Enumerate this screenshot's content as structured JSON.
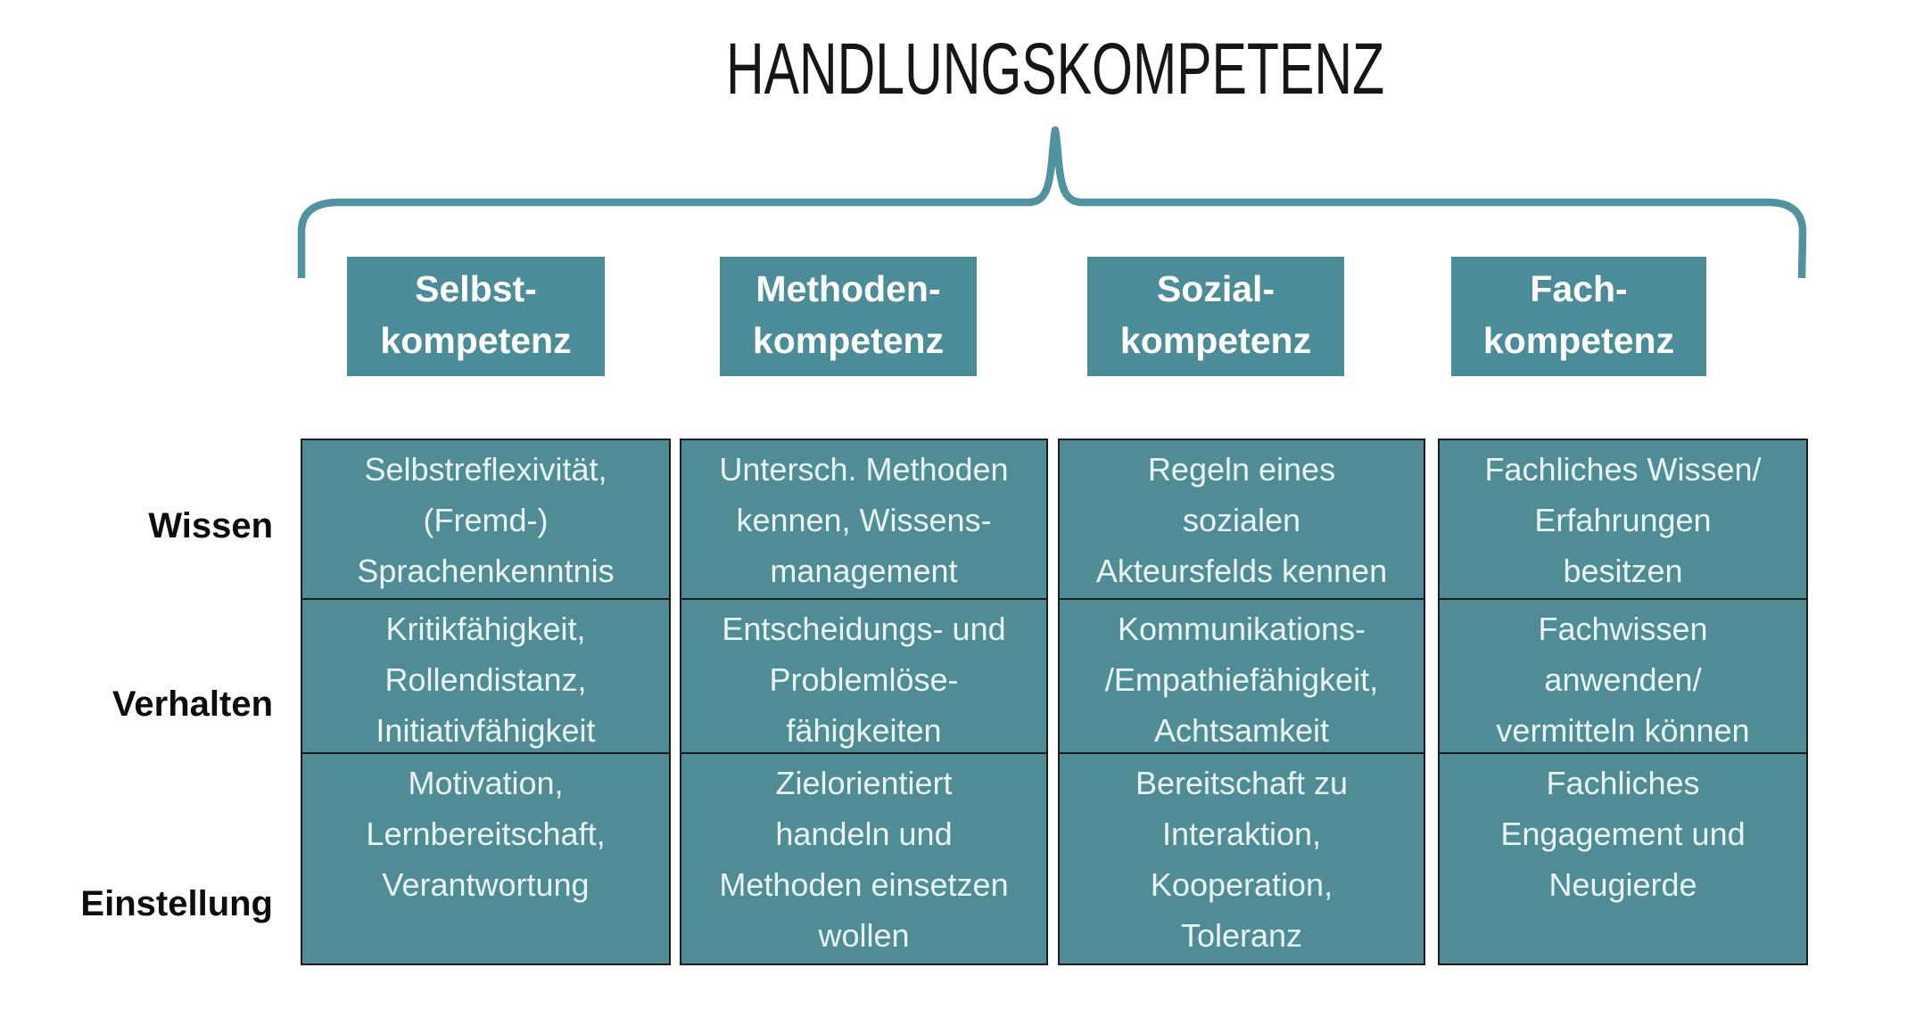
{
  "title": "HANDLUNGSKOMPETENZ",
  "columns": [
    {
      "header": "Selbst-\nkompetenz"
    },
    {
      "header": "Methoden-\nkompetenz"
    },
    {
      "header": "Sozial-\nkompetenz"
    },
    {
      "header": "Fach-\nkompetenz"
    }
  ],
  "rows": [
    {
      "label": "Wissen",
      "cells": [
        "Selbstreflexivität,\n(Fremd-)\nSprachenkenntnis",
        "Untersch. Methoden\nkennen, Wissens-\nmanagement",
        "Regeln eines\nsozialen\nAkteursfelds kennen",
        "Fachliches Wissen/\nErfahrungen\nbesitzen"
      ]
    },
    {
      "label": "Verhalten",
      "cells": [
        "Kritikfähigkeit,\nRollendistanz,\nInitiativfähigkeit",
        "Entscheidungs- und\nProblemlöse-\nfähigkeiten",
        "Kommunikations-\n/Empathiefähigkeit,\nAchtsamkeit",
        "Fachwissen\nanwenden/\nvermitteln können"
      ]
    },
    {
      "label": "Einstellung",
      "cells": [
        "Motivation,\nLernbereitschaft,\nVerantwortung",
        "Zielorientiert\nhandeln und\nMethoden einsetzen\nwollen",
        "Bereitschaft zu\nInteraktion,\nKooperation,\nToleranz",
        "Fachliches\nEngagement und\nNeugierde"
      ]
    }
  ],
  "colors": {
    "teal_header": "#4a8c98",
    "teal_cell": "#4f8c95",
    "brace": "#4f939e",
    "border": "#1c1c1c",
    "cell_text": "#e9f5f5",
    "header_text": "#ffffff",
    "label_text": "#0d0d0d",
    "title_text": "#161616",
    "bg": "#ffffff"
  }
}
